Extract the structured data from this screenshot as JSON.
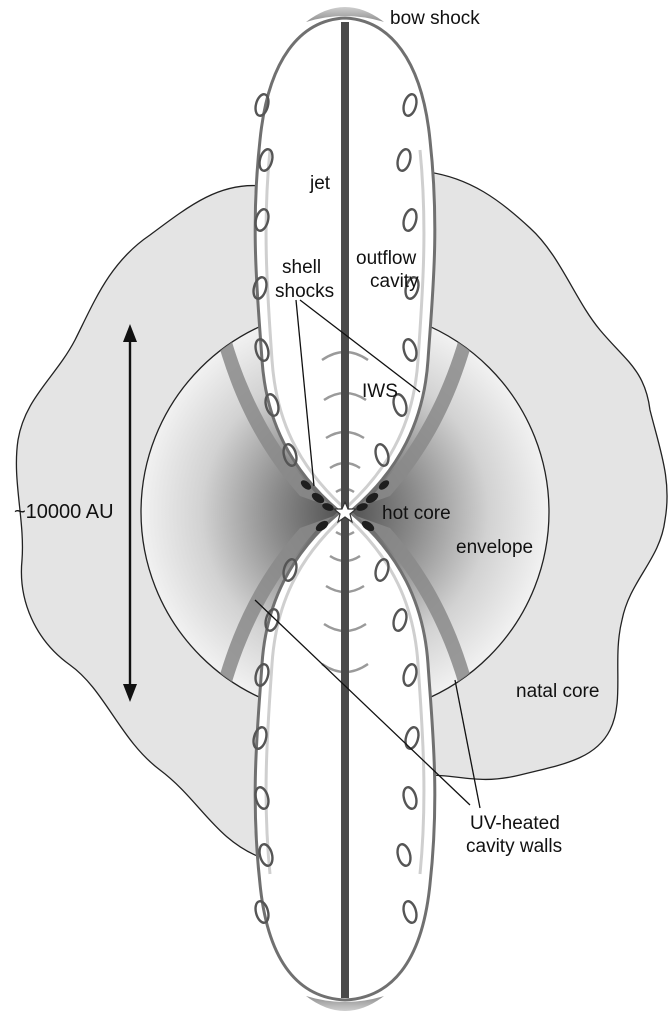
{
  "labels": {
    "bow_shock": "bow shock",
    "jet": "jet",
    "outflow_cavity": [
      "outflow",
      "cavity"
    ],
    "shell_shocks": [
      "shell",
      "shocks"
    ],
    "iws": "IWS",
    "size_scale": "~10000 AU",
    "hot_core": "hot core",
    "envelope": "envelope",
    "natal_core": "natal core",
    "uv_heated_walls": [
      "UV-heated",
      "cavity walls"
    ]
  },
  "colors": {
    "natal_core_fill": "#e4e4e4",
    "outline": "#222222",
    "cavity_wall": "#666666",
    "jet": "#4a4a4a",
    "wall_heated": "#8a8a8a",
    "envelope_center": "#4d4d4d"
  }
}
